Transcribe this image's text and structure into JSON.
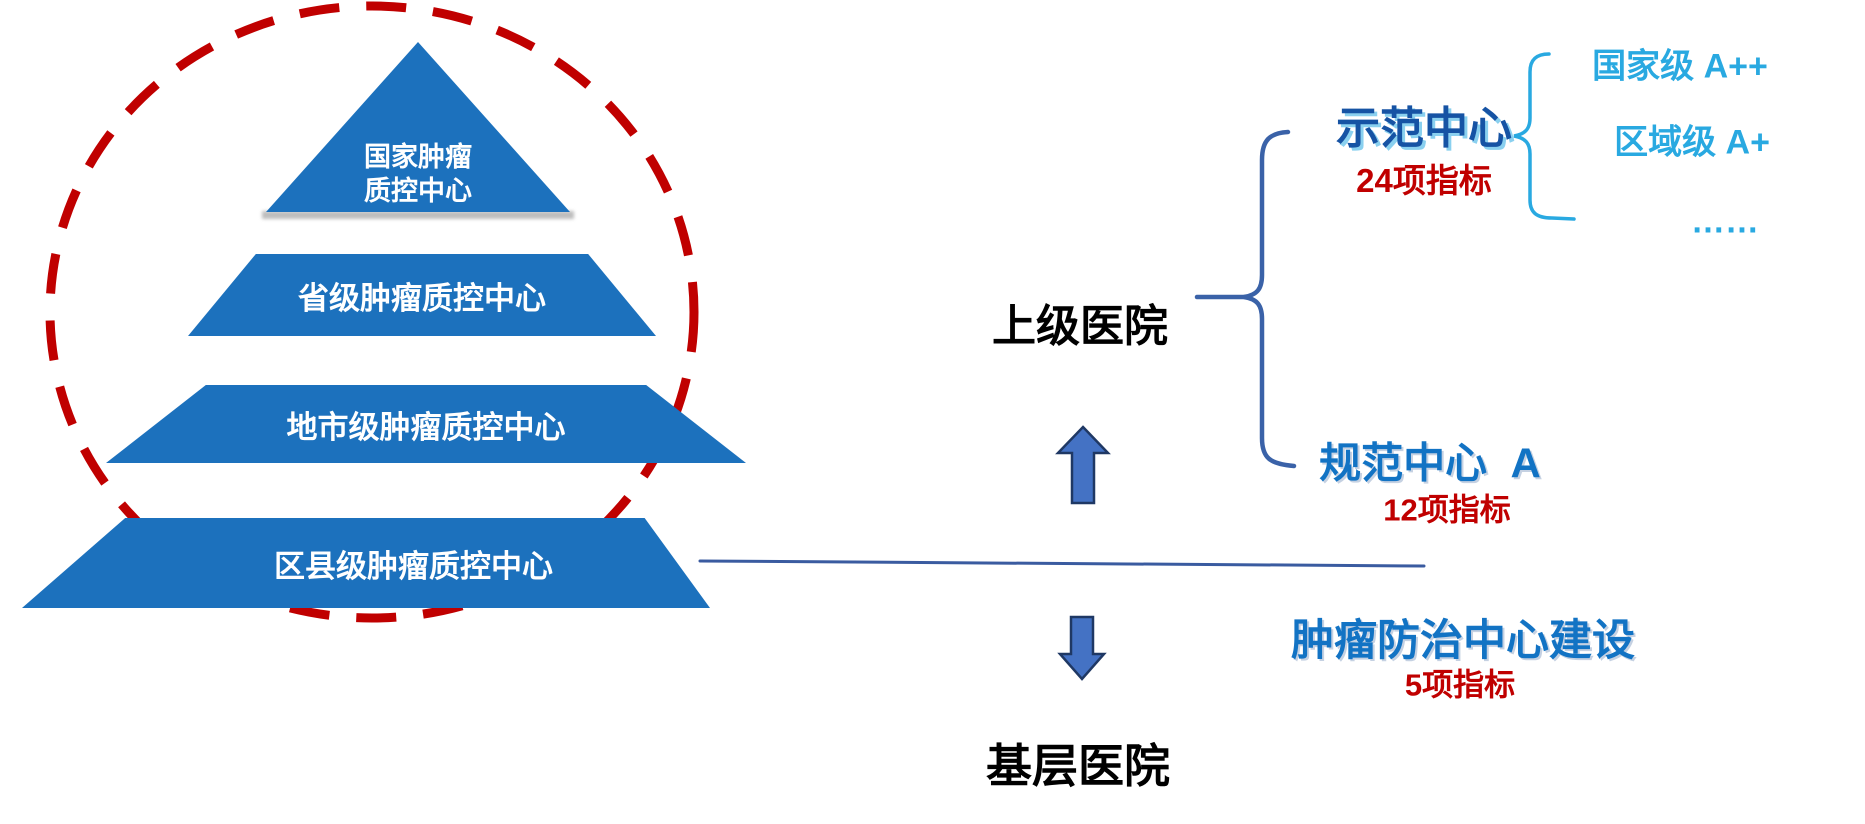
{
  "pyramid": {
    "level1": {
      "line1": "国家肿瘤",
      "line2": "质控中心"
    },
    "level2": {
      "label": "省级肿瘤质控中心"
    },
    "level3": {
      "label": "地市级肿瘤质控中心"
    },
    "level4": {
      "label": "区县级肿瘤质控中心"
    }
  },
  "hospitals": {
    "upper": "上级医院",
    "base": "基层医院"
  },
  "centers": {
    "demonstration": {
      "name": "示范中心",
      "indicators": "24项指标"
    },
    "standard": {
      "name": "规范中心  A",
      "indicators": "12项指标"
    },
    "prevention": {
      "name": "肿瘤防治中心建设",
      "indicators": "5项指标"
    }
  },
  "grades": {
    "national": "国家级 A++",
    "regional": "区域级 A+",
    "more": "……"
  },
  "colors": {
    "pyramid_blue": "#1C71BD",
    "dashed_circle_red": "#C00000",
    "indicator_red": "#C00000",
    "grade_cyan": "#29A9E1",
    "demo_center_blue": "#1653A4",
    "center_blue": "#1273C4",
    "arrow_fill": "#4472C4",
    "arrow_outline": "#1F3864",
    "brace_blue": "#3A62A8",
    "connector_line_blue": "#3A5BA0",
    "label_black": "#000000",
    "pyramid_text_white": "#FFFFFF"
  }
}
